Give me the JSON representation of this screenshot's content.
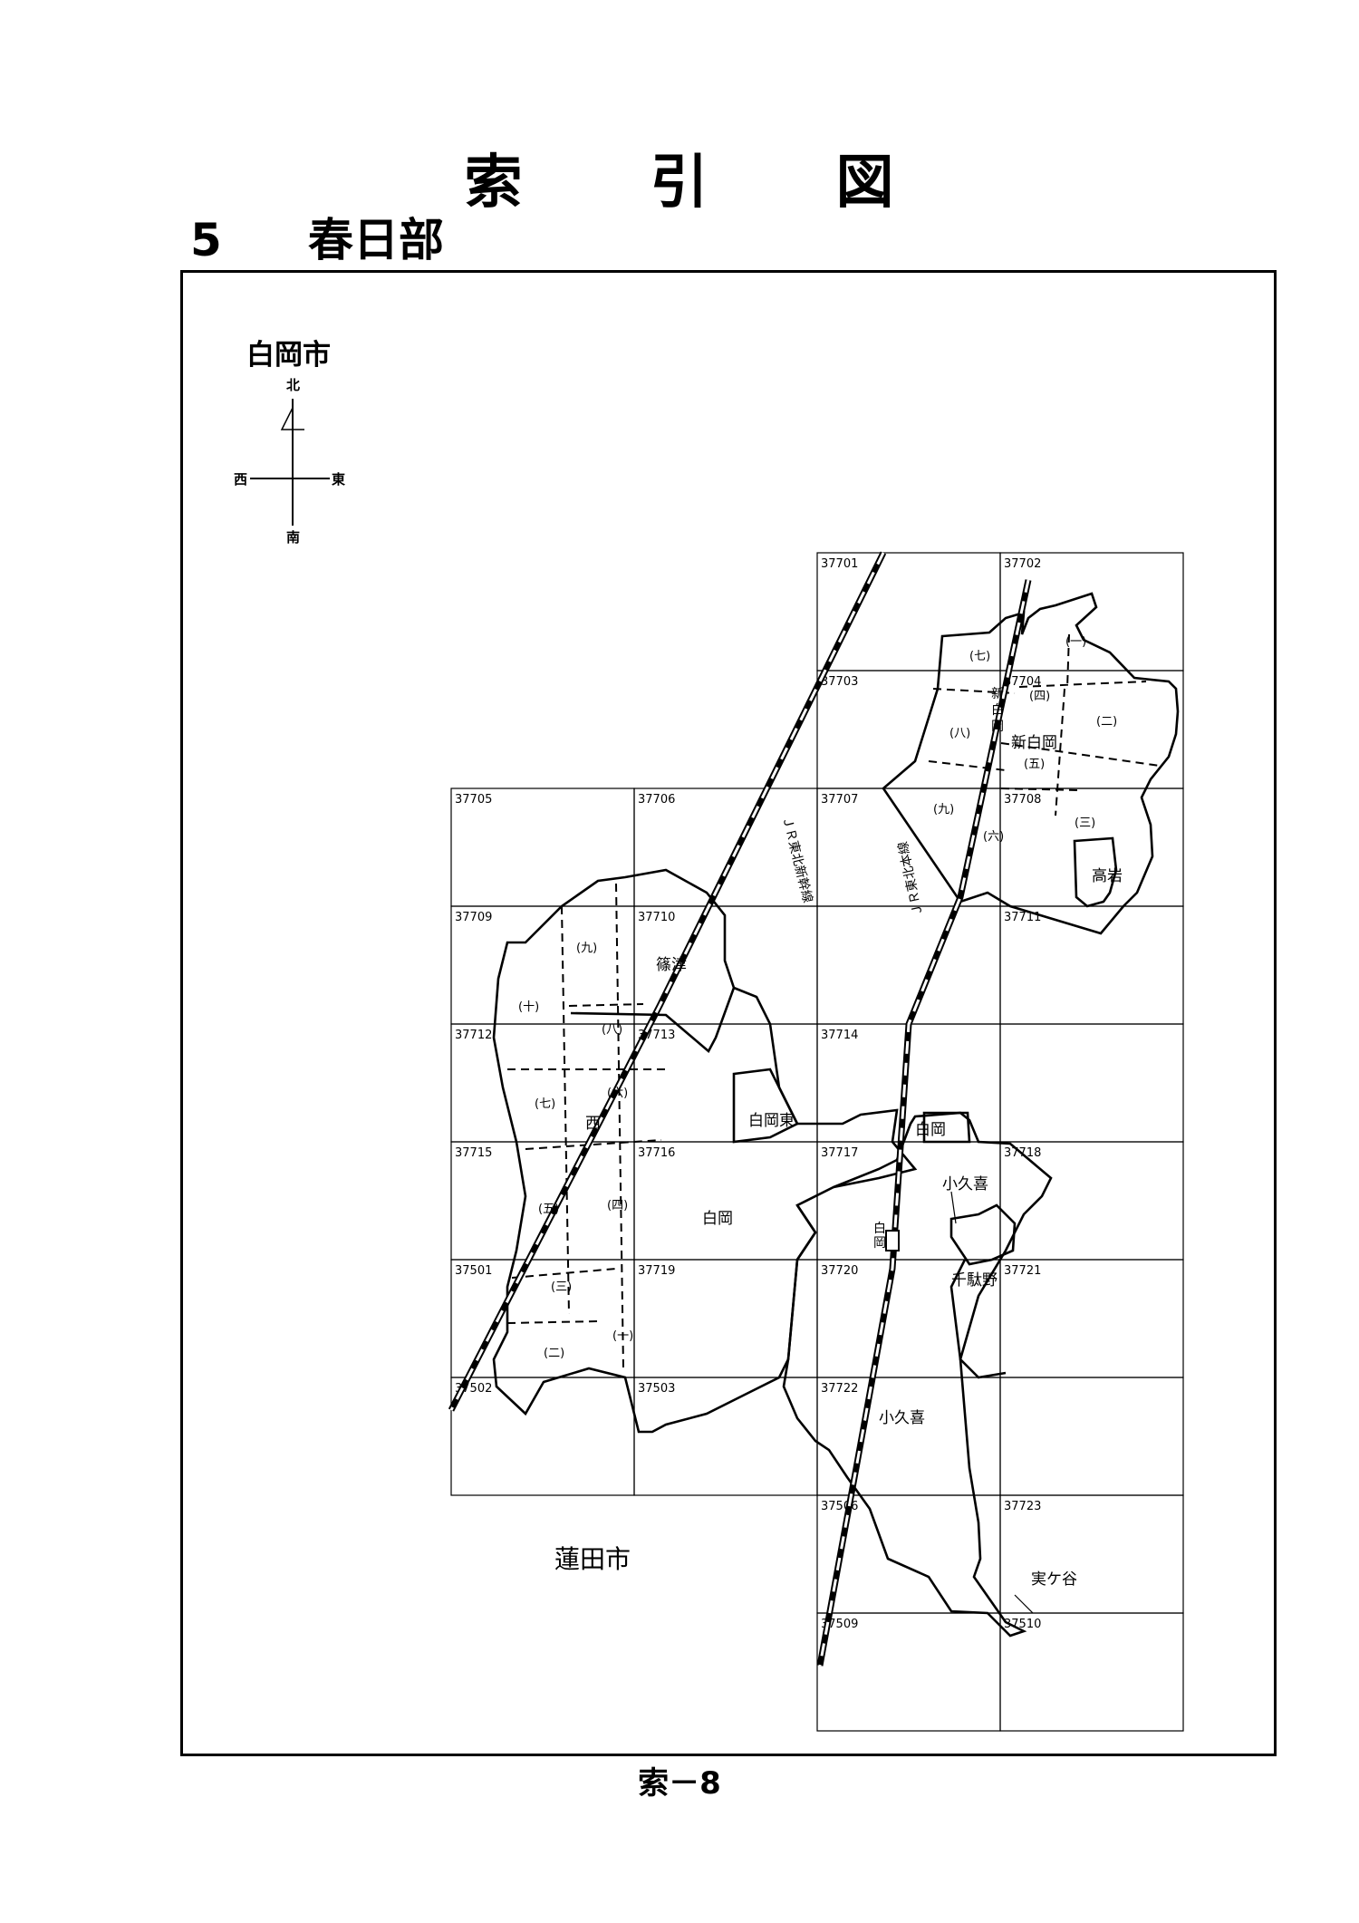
{
  "title": [
    "索",
    "引",
    "図"
  ],
  "section": {
    "number": "5",
    "name": "春日部"
  },
  "city": "白岡市",
  "compass": {
    "north": "北",
    "south": "南",
    "east": "東",
    "west": "西"
  },
  "neighbor_city": "蓮田市",
  "footer": "索－8",
  "sheets": [
    "37701",
    "37702",
    "37703",
    "37704",
    "37705",
    "37706",
    "37707",
    "37708",
    "37709",
    "37710",
    "37711",
    "37712",
    "37713",
    "37714",
    "37715",
    "37716",
    "37717",
    "37718",
    "37501",
    "37719",
    "37720",
    "37721",
    "37502",
    "37503",
    "37722",
    "37506",
    "37723",
    "37509",
    "37510"
  ],
  "railways": [
    "ＪＲ東北新幹線",
    "ＪＲ東北本線"
  ],
  "station": "新白岡",
  "station_label": "新白岡",
  "station2": "白岡",
  "areas": [
    "新白岡",
    "高岩",
    "篠津",
    "白岡東",
    "白岡",
    "西",
    "小久喜",
    "千駄野",
    "実ケ谷"
  ],
  "chome": [
    "(一)",
    "(二)",
    "(三)",
    "(四)",
    "(五)",
    "(六)",
    "(七)",
    "(八)",
    "(九)",
    "(十)"
  ]
}
